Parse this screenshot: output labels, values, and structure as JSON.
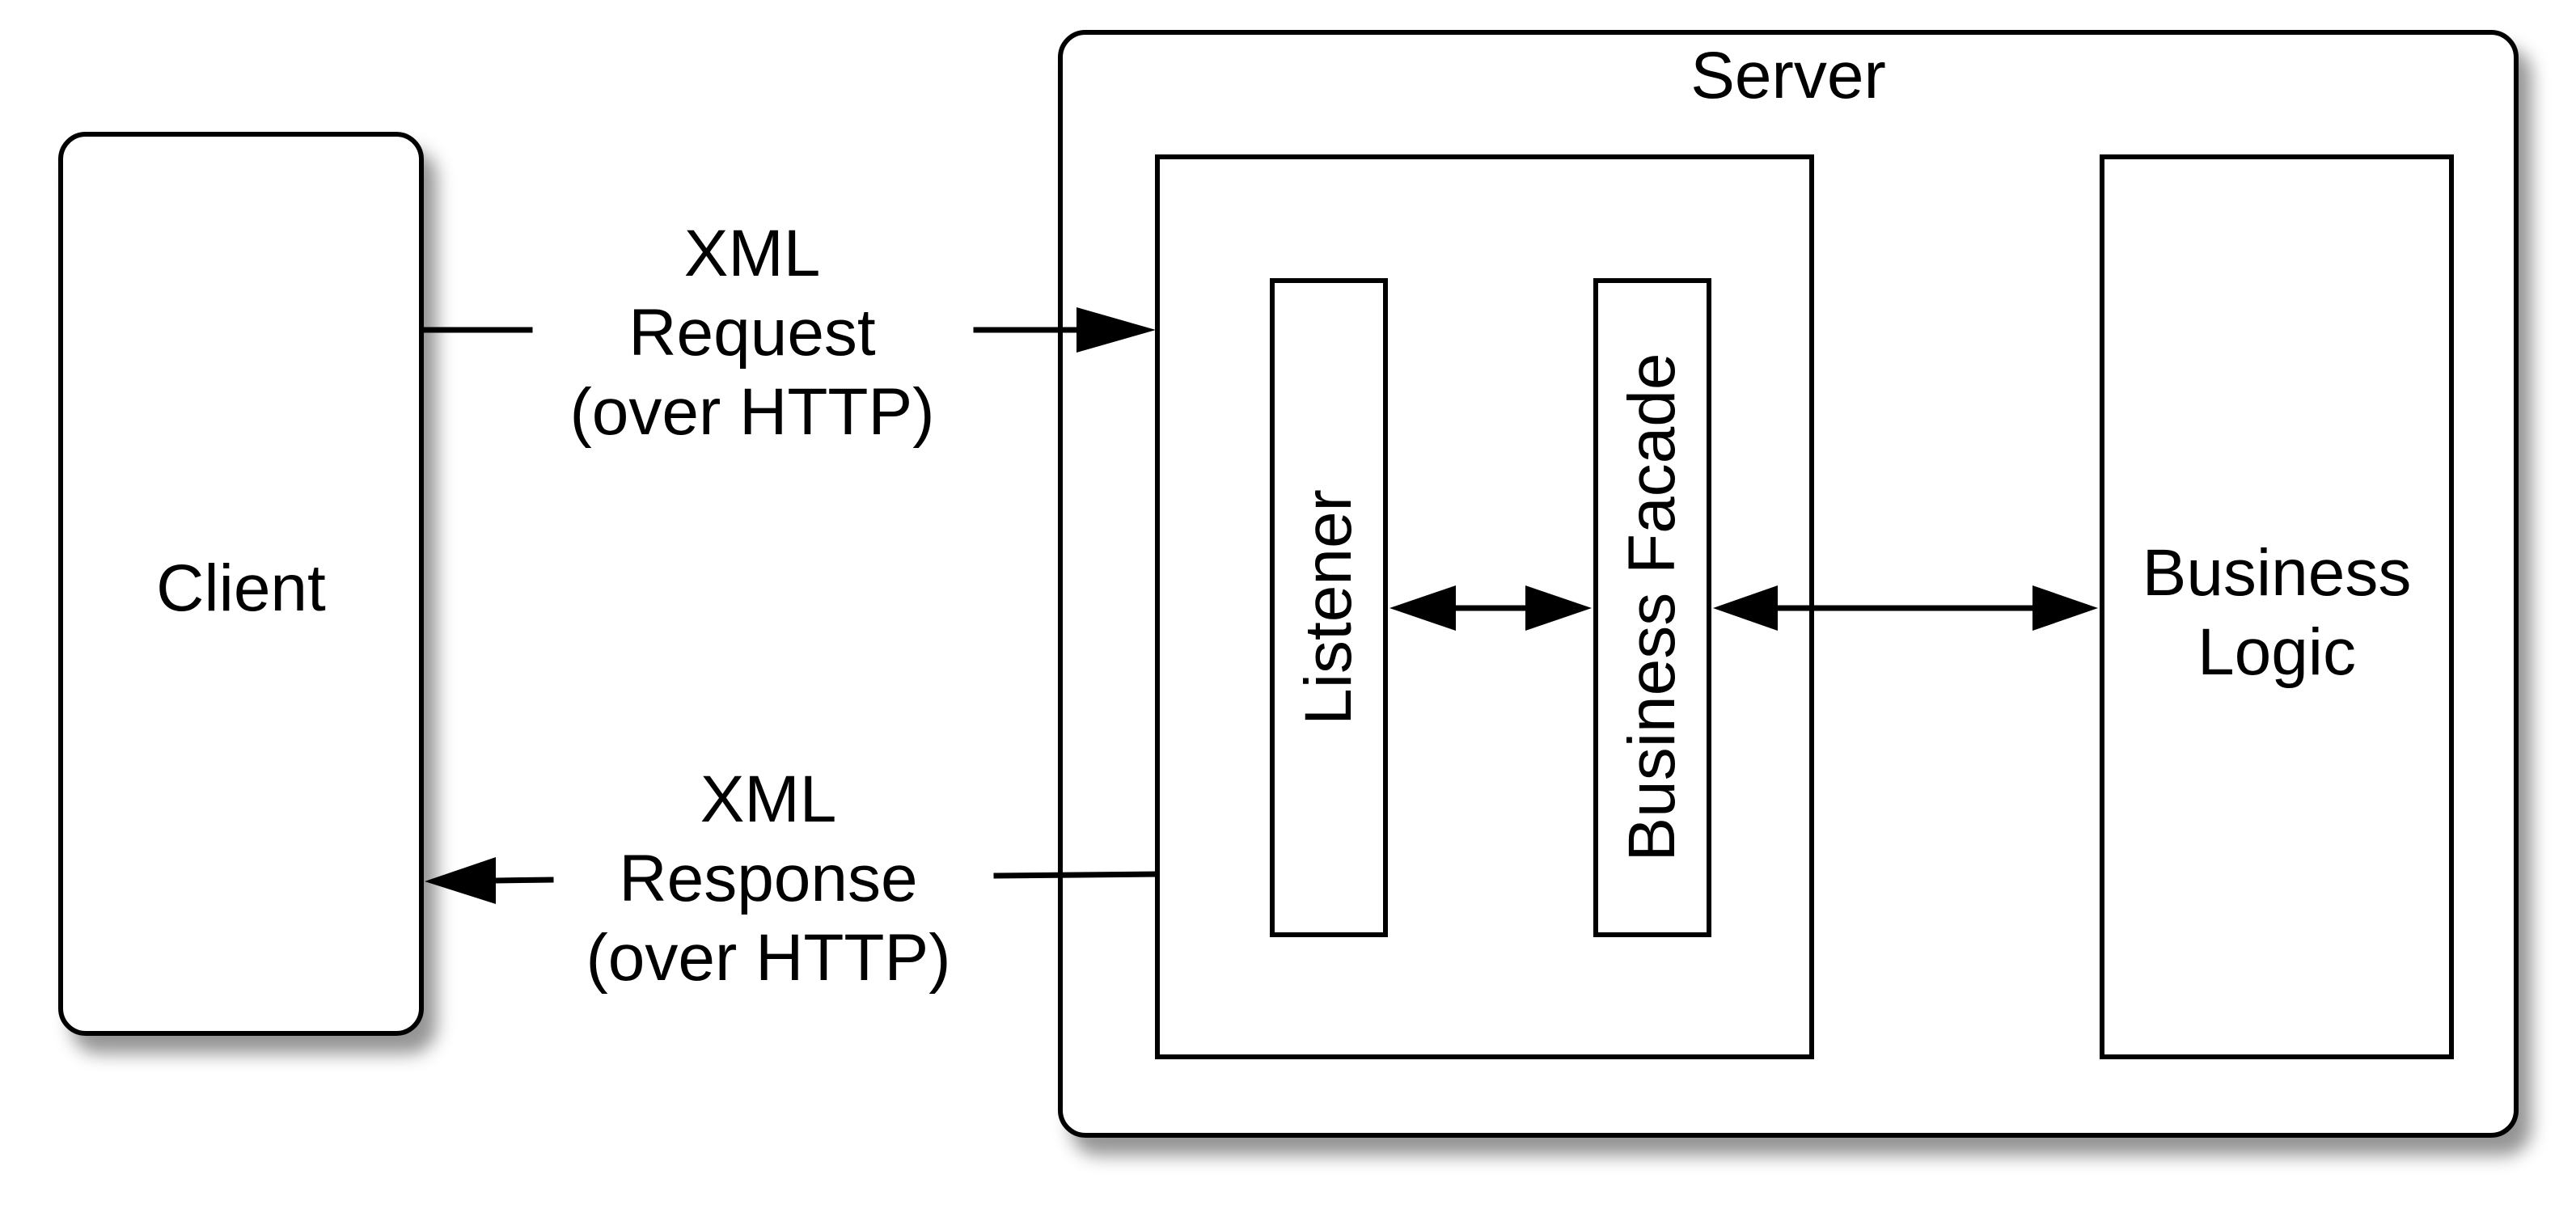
{
  "nodes": {
    "client": "Client",
    "server": "Server",
    "listener": "Listener",
    "business_facade": "Business Facade",
    "business_logic": "Business\nLogic"
  },
  "messages": {
    "request": "XML\nRequest\n(over HTTP)",
    "response": "XML\nResponse\n(over HTTP)"
  },
  "colors": {
    "stroke": "#000000",
    "fill": "#ffffff"
  }
}
